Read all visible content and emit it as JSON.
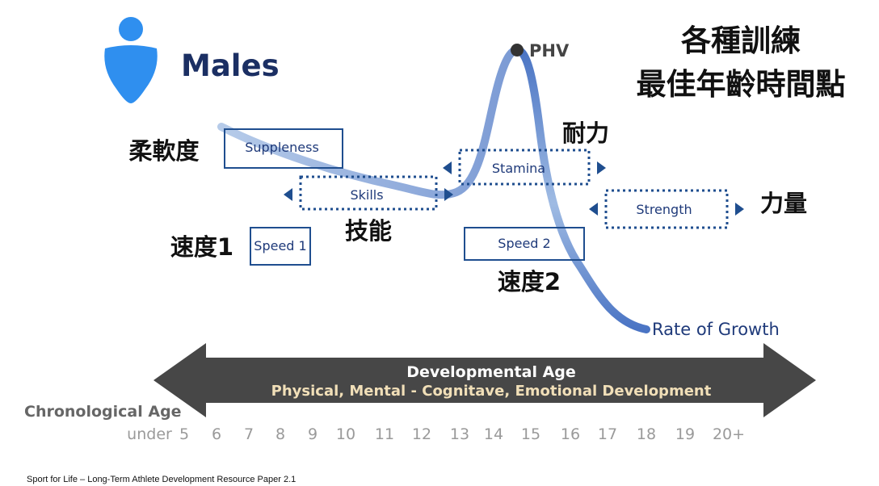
{
  "header": {
    "gender_label": "Males",
    "title_line1": "各種訓練",
    "title_line2": "最佳年齡時間點"
  },
  "peak_label": "PHV",
  "growth_curve_label": "Rate of Growth",
  "training_windows": {
    "suppleness": {
      "label": "Suppleness",
      "cn_label": "柔軟度"
    },
    "skills": {
      "label": "Skills",
      "cn_label": "技能"
    },
    "stamina": {
      "label": "Stamina",
      "cn_label": "耐力"
    },
    "strength": {
      "label": "Strength",
      "cn_label": "力量"
    },
    "speed1": {
      "label": "Speed 1",
      "cn_label": "速度1"
    },
    "speed2": {
      "label": "Speed 2",
      "cn_label": "速度2"
    }
  },
  "developmental_arrow": {
    "line1": "Developmental Age",
    "line2": "Physical, Mental - Cognitave, Emotional Development"
  },
  "chronological": {
    "label": "Chronological Age",
    "ticks": [
      "under",
      "5",
      "6",
      "7",
      "8",
      "9",
      "10",
      "11",
      "12",
      "13",
      "14",
      "15",
      "16",
      "17",
      "18",
      "19",
      "20+"
    ]
  },
  "source": "Sport for Life – Long-Term Athlete Development Resource Paper 2.1",
  "colors": {
    "curve": "#4a74c4",
    "curve_light": "#b6cbe9",
    "person_icon": "#2f8fef",
    "box_border": "#1f4e8f",
    "arrow_bg": "#474747"
  }
}
